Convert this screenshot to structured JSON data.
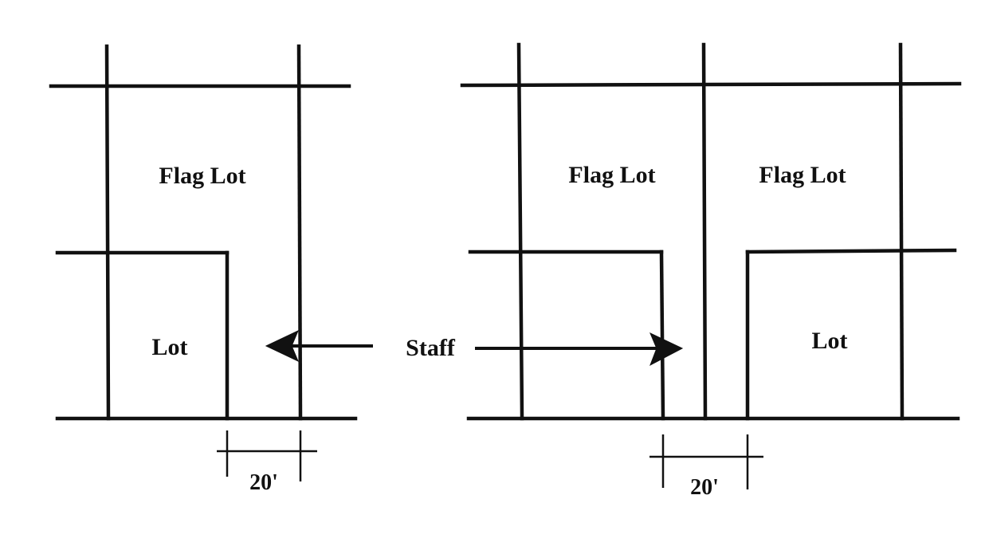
{
  "left_diagram": {
    "flag_lot_label": "Flag Lot",
    "lot_label": "Lot",
    "dimension_label": "20'"
  },
  "right_diagram": {
    "flag_lot_left_label": "Flag Lot",
    "flag_lot_right_label": "Flag Lot",
    "lot_label": "Lot",
    "dimension_label": "20'"
  },
  "callout": {
    "staff_label": "Staff"
  }
}
